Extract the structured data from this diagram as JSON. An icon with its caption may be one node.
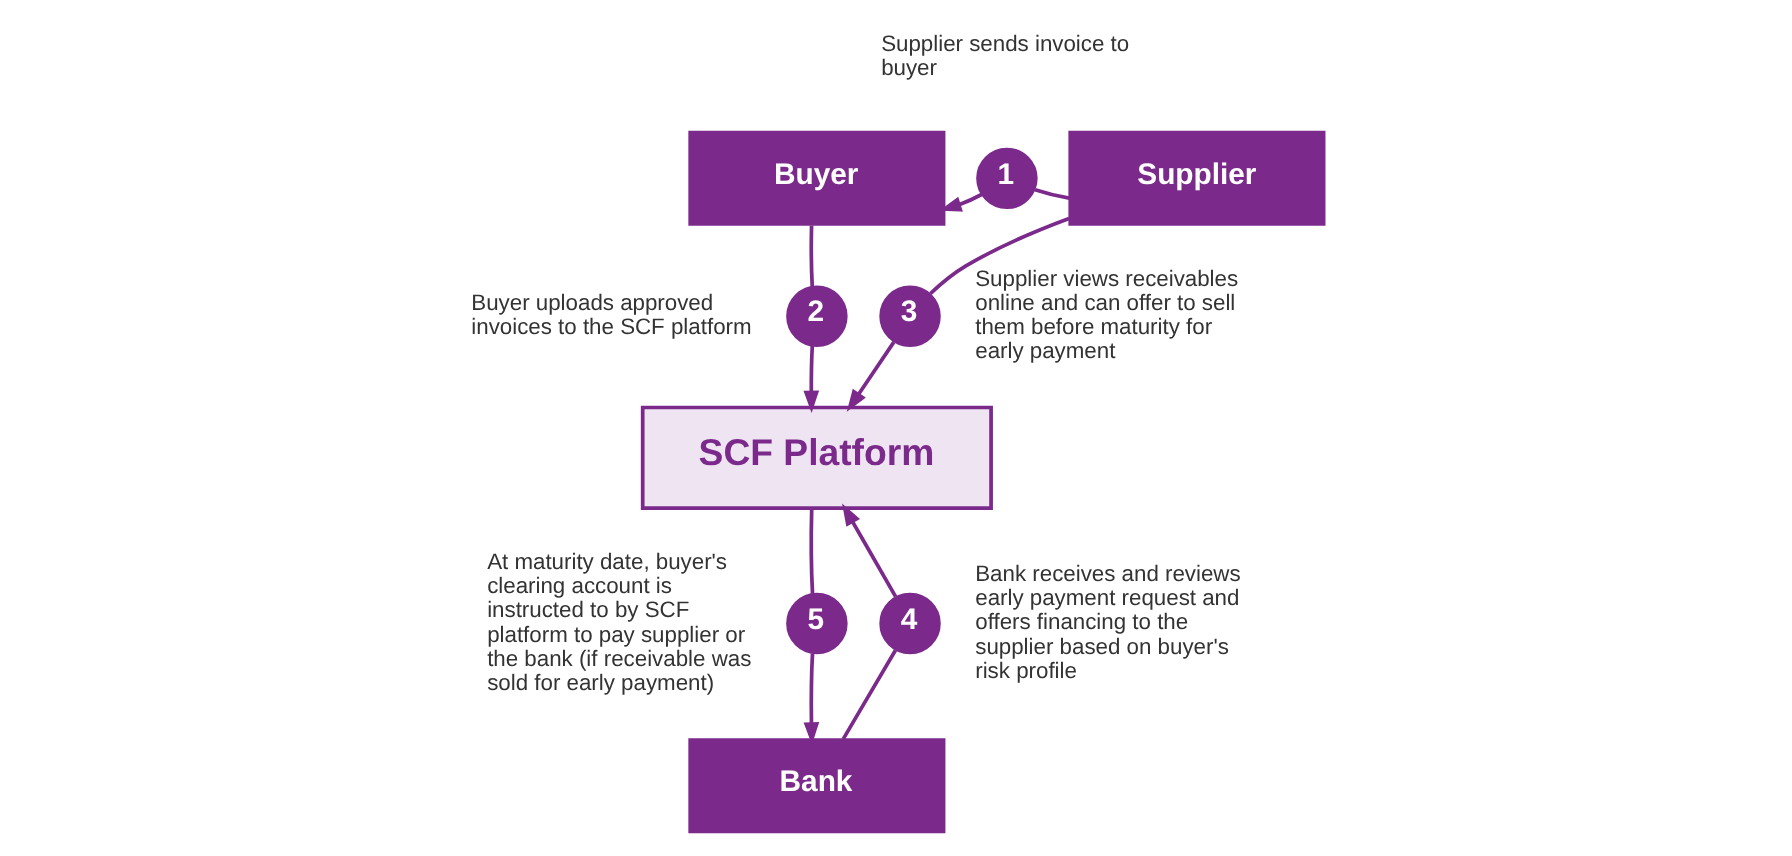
{
  "diagram": {
    "nodes": [
      {
        "text": [
          "1"
        ],
        "beside": [
          "Supplier sends invoice to buyer"
        ]
      },
      {
        "text": [
          "Buyer"
        ]
      },
      {
        "text": [
          "Supplier"
        ]
      },
      {
        "text": [
          "2"
        ],
        "beside": [
          "Buyer uploads approved invoices to the SCF platform"
        ]
      },
      {
        "text": [
          "3"
        ],
        "beside": [
          "Supplier views receivables online and can offer to sell them before maturity for early payment"
        ]
      },
      {
        "text": [
          "SCF Platform"
        ]
      },
      {
        "text": [
          "5"
        ],
        "beside": [
          "At maturity date, buyer's clearing account is instructed to by SCF platform to pay supplier or the bank (if receivable was sold for early payment)"
        ]
      },
      {
        "text": [
          "4"
        ],
        "beside": [
          "Bank receives and reviews early payment request and offers financing to the supplier based on buyer's risk profile"
        ]
      },
      {
        "text": [
          "Bank"
        ]
      }
    ],
    "edges": [
      {
        "from": 2,
        "to": 0,
        "arrow": "none"
      },
      {
        "from": 0,
        "to": 1,
        "arrow": "to"
      },
      {
        "from": 1,
        "to": 3,
        "arrow": "none"
      },
      {
        "from": 3,
        "to": 5,
        "arrow": "to"
      },
      {
        "from": 2,
        "to": 4,
        "arrow": "none"
      },
      {
        "from": 4,
        "to": 5,
        "arrow": "to"
      },
      {
        "from": 5,
        "to": 6,
        "arrow": "none"
      },
      {
        "from": 6,
        "to": 8,
        "arrow": "to"
      },
      {
        "from": 8,
        "to": 7,
        "arrow": "none"
      },
      {
        "from": 7,
        "to": 5,
        "arrow": "to"
      }
    ]
  }
}
